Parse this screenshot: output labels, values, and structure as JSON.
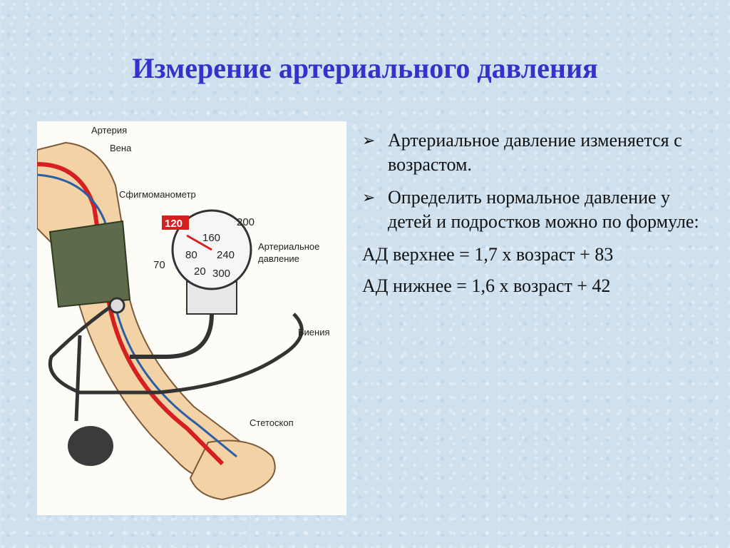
{
  "slide": {
    "title": "Измерение артериального давления",
    "bullets": [
      {
        "marker": "➢",
        "text": "Артериальное давление изменяется с возрастом."
      },
      {
        "marker": "➢",
        "text": "Определить нормальное давление у детей и подростков можно по формуле:"
      }
    ],
    "formulas": [
      "АД верхнее = 1,7 х возраст + 83",
      "АД нижнее = 1,6 х возраст + 42"
    ]
  },
  "figure": {
    "labels": {
      "artery": "Артерия",
      "vein": "Вена",
      "sphygmo": "Сфигмоманометр",
      "bp_line1": "Артериальное",
      "bp_line2": "давление",
      "beats": "Биения",
      "stethoscope": "Стетоскоп"
    },
    "dial": {
      "highlight": "120",
      "ticks": [
        "160",
        "200",
        "80",
        "240",
        "70",
        "20",
        "300"
      ]
    },
    "colors": {
      "artery": "#d62020",
      "vein": "#2a5fa8",
      "cuff": "#5d6b4a",
      "skin": "#f3d2a6"
    }
  }
}
